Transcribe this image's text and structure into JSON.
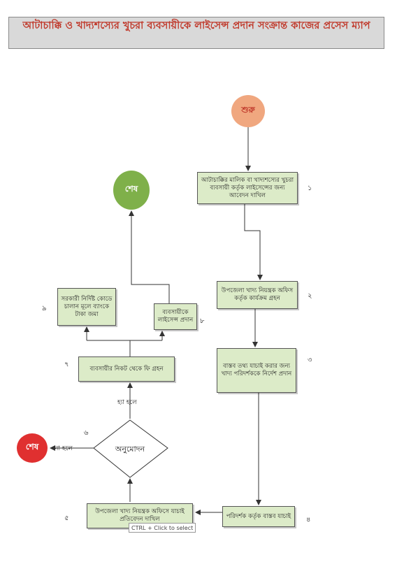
{
  "title": "আটাচাক্কি ও খাদ্যশস্যের খুচরা ব্যবসায়ীকে লাইসেন্স প্রদান সংক্রান্ত কাজের প্রসেস ম্যাপ",
  "start_label": "শুরু",
  "end_label": "শেষ",
  "steps": [
    {
      "num": "১",
      "text": "আটাচাক্কির মালিক বা খাদ্যশস্যের খুচরা ব্যবসায়ী কর্তৃক লাইসেন্সের জন্য আবেদন দাখিল"
    },
    {
      "num": "২",
      "text": "উপজেলা খাদ্য নিয়ন্ত্রক অফিস কর্তৃক কার্যক্রম গ্রহন"
    },
    {
      "num": "৩",
      "text": "বাস্তব তথ্য যাচাই করার জন্য খাদ্য পরিদর্শককে নির্দেশ প্রদান"
    },
    {
      "num": "৪",
      "text": "পরিদর্শক কর্তৃক বাস্তব যাচাই"
    },
    {
      "num": "৫",
      "text": "উপজেলা খাদ্য নিয়ন্ত্রক অফিসে যাচাই প্রতিবেদন দাখিল"
    },
    {
      "num": "৬",
      "text": "অনুমোদন"
    },
    {
      "num": "৭",
      "text": "ব্যবসায়ীর নিকট থেকে ফি গ্রহন"
    },
    {
      "num": "৮",
      "text": "ব্যবসায়ীকে লাইসেন্স প্রদান"
    },
    {
      "num": "৯",
      "text": "সরকারী নির্দিষ্ট কোডে চালান মূলে ব্যাংকে টাকা জমা"
    }
  ],
  "yes_label": "হ্যা হলে",
  "no_label": "না হলে",
  "tooltip": "CTRL + Click to select",
  "colors": {
    "start": "#f0a77f",
    "end_ok": "#7fb04a",
    "end_no": "#e03030",
    "node": "#dcebc8",
    "title_text": "#c0392b"
  }
}
